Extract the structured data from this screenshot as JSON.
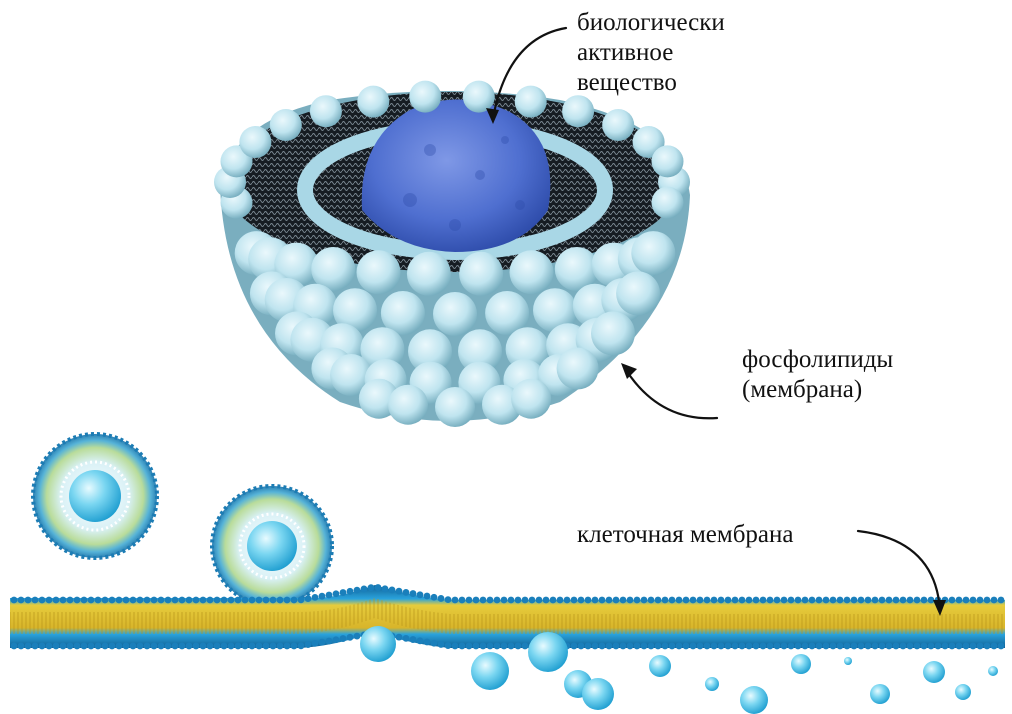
{
  "labels": {
    "active_substance": [
      "биологически",
      "активное",
      "вещество"
    ],
    "phospholipids": [
      "фосфолипиды",
      "(мембрана)"
    ],
    "cell_membrane": "клеточная мембрана"
  },
  "colors": {
    "sphere_fill": "#bfe4ef",
    "sphere_shadow": "#6fa8ba",
    "core_blue": "#4f6fd0",
    "tail_dark": "#1c232a",
    "membrane_blue": "#1e8fc8",
    "membrane_yellow": "#e9c93a",
    "bubble": "#5fc6e8",
    "arrow": "#111111"
  },
  "icons": [
    "curved-arrow-icon"
  ]
}
